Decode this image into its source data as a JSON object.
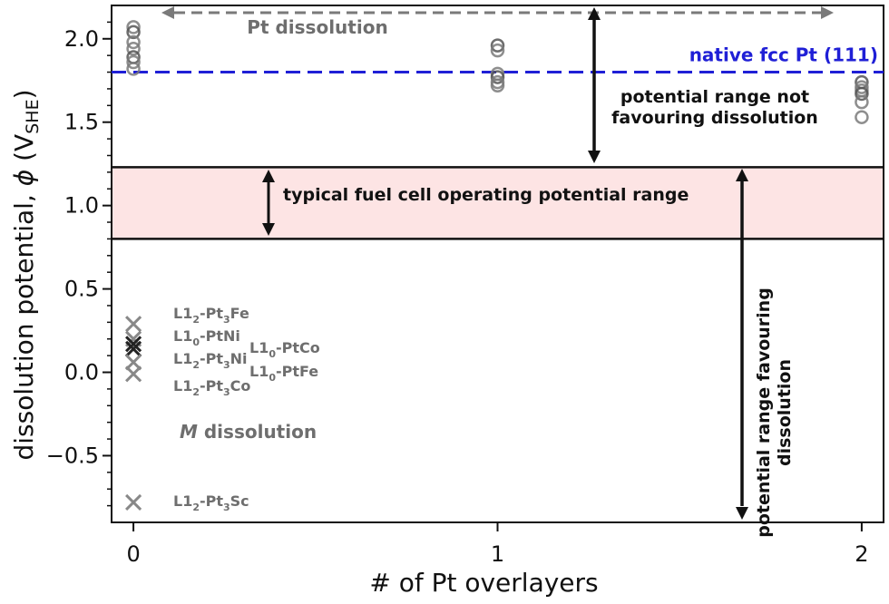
{
  "chart_data": {
    "type": "scatter",
    "xlabel": "# of Pt overlayers",
    "ylabel_prefix": "dissolution potential,",
    "ylabel_symbol": "ϕ",
    "ylabel_unit_open": "(V",
    "ylabel_unit_sub": "SHE",
    "ylabel_unit_close": ")",
    "xlim": [
      -0.06,
      2.06
    ],
    "ylim": [
      -0.9,
      2.2
    ],
    "xticks": [
      0,
      1,
      2
    ],
    "xtick_labels": [
      "0",
      "1",
      "2"
    ],
    "yticks": [
      -0.5,
      0.0,
      0.5,
      1.0,
      1.5,
      2.0
    ],
    "ytick_labels": [
      "−0.5",
      "0.0",
      "0.5",
      "1.0",
      "1.5",
      "2.0"
    ],
    "reference_line": {
      "label": "native fcc Pt (111)",
      "y": 1.8,
      "color": "#1f1fd6"
    },
    "operating_band": {
      "label": "typical fuel cell operating potential range",
      "y": [
        0.8,
        1.23
      ],
      "color": "#fde4e4"
    },
    "pt_dissolution": {
      "name": "Pt dissolution",
      "points": [
        {
          "x": 0,
          "y": 2.07
        },
        {
          "x": 0,
          "y": 2.04
        },
        {
          "x": 0,
          "y": 1.98
        },
        {
          "x": 0,
          "y": 1.94
        },
        {
          "x": 0,
          "y": 1.89
        },
        {
          "x": 0,
          "y": 1.86
        },
        {
          "x": 0,
          "y": 1.82
        },
        {
          "x": 1,
          "y": 1.96
        },
        {
          "x": 1,
          "y": 1.93
        },
        {
          "x": 1,
          "y": 1.79
        },
        {
          "x": 1,
          "y": 1.77
        },
        {
          "x": 1,
          "y": 1.74
        },
        {
          "x": 1,
          "y": 1.72
        },
        {
          "x": 2,
          "y": 1.74
        },
        {
          "x": 2,
          "y": 1.71
        },
        {
          "x": 2,
          "y": 1.69
        },
        {
          "x": 2,
          "y": 1.67
        },
        {
          "x": 2,
          "y": 1.62
        },
        {
          "x": 2,
          "y": 1.53
        }
      ],
      "arrow_label": "Pt dissolution"
    },
    "m_dissolution": {
      "name": "M dissolution",
      "points": [
        {
          "x": 0,
          "y": 0.29,
          "label_main": "L1",
          "label_sub": "2",
          "label_rest": "-Pt",
          "label_sub2": "3",
          "label_tail": "Fe"
        },
        {
          "x": 0,
          "y": 0.2,
          "label_main": "L1",
          "label_sub": "0",
          "label_rest": "-PtNi",
          "label_sub2": "",
          "label_tail": ""
        },
        {
          "x": 0,
          "y": 0.17,
          "label_main": "L1",
          "label_sub": "0",
          "label_rest": "-PtCo",
          "label_sub2": "",
          "label_tail": ""
        },
        {
          "x": 0,
          "y": 0.14,
          "label_main": "L1",
          "label_sub": "2",
          "label_rest": "-Pt",
          "label_sub2": "3",
          "label_tail": "Ni"
        },
        {
          "x": 0,
          "y": 0.06,
          "label_main": "L1",
          "label_sub": "0",
          "label_rest": "-PtFe",
          "label_sub2": "",
          "label_tail": ""
        },
        {
          "x": 0,
          "y": -0.01,
          "label_main": "L1",
          "label_sub": "2",
          "label_rest": "-Pt",
          "label_sub2": "3",
          "label_tail": "Co"
        },
        {
          "x": 0,
          "y": -0.78,
          "label_main": "L1",
          "label_sub": "2",
          "label_rest": "-Pt",
          "label_sub2": "3",
          "label_tail": "Sc"
        }
      ]
    },
    "annotations": {
      "not_favouring": [
        "potential range not",
        "favouring dissolution"
      ],
      "favouring": [
        "potential range favouring",
        "dissolution"
      ],
      "m_dissolution_label": "M",
      "m_dissolution_rest": " dissolution"
    },
    "colors": {
      "pt_marker": "#7a7a7a",
      "pt_marker_dark": "#555555",
      "m_marker": "#888888",
      "m_marker_dark": "#222222",
      "annotation_gray": "#6e6e6e",
      "black": "#111111"
    }
  }
}
